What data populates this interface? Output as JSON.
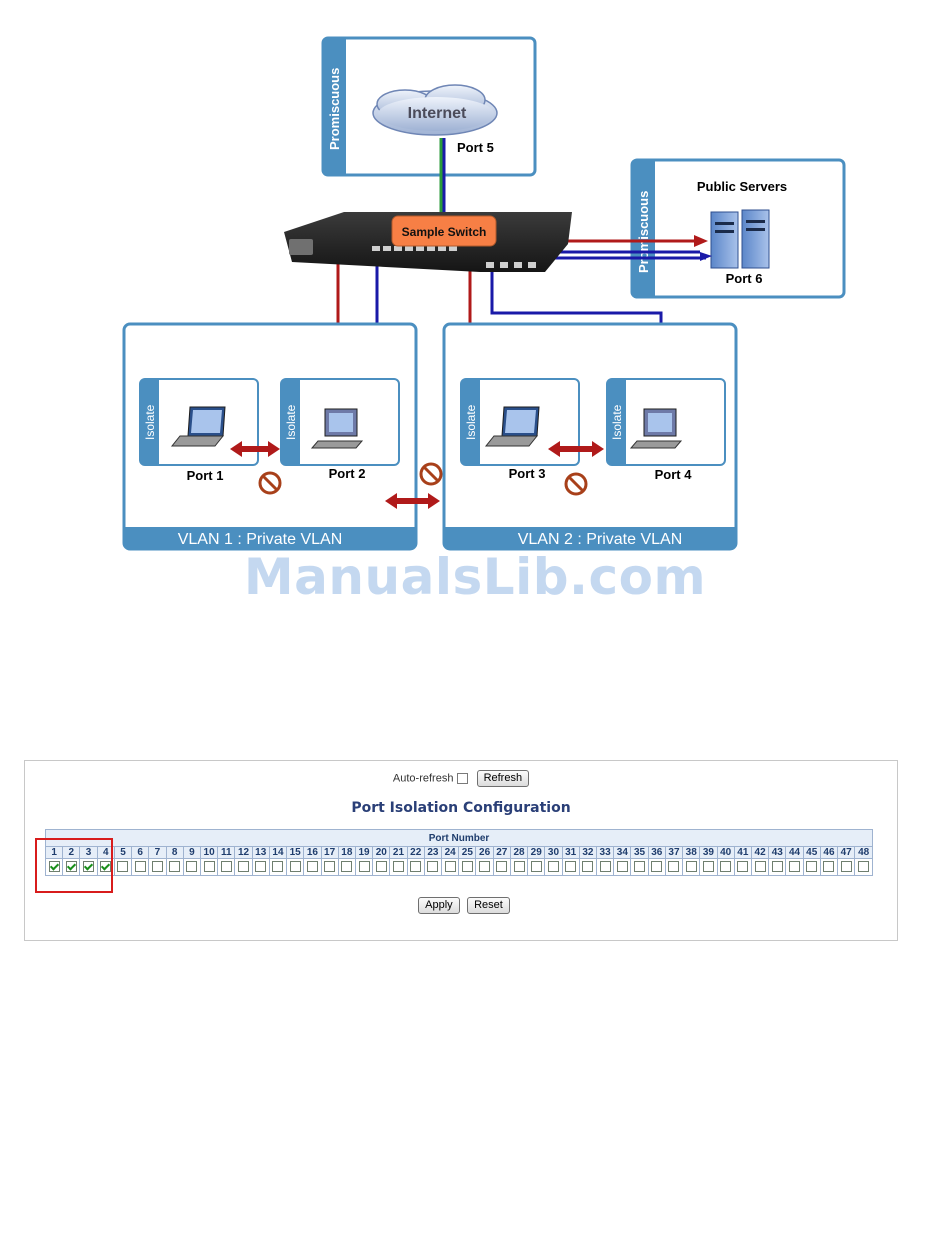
{
  "diagram": {
    "promiscuous_label": "Promiscuous",
    "internet_label": "Internet",
    "switch_label": "Sample Switch",
    "public_servers_label": "Public Servers",
    "isolate_label": "Isolate",
    "ports": {
      "p1": "Port 1",
      "p2": "Port 2",
      "p3": "Port 3",
      "p4": "Port 4",
      "p5": "Port 5",
      "p6": "Port 6"
    },
    "vlan1_label": "VLAN 1 : Private VLAN",
    "vlan2_label": "VLAN 2 : Private VLAN",
    "colors": {
      "frame": "#4b8fc0",
      "red_link": "#b01a1a",
      "blue_link": "#1a1aa8",
      "switch_badge": "#f77f45",
      "no_sign": "#a8401a"
    }
  },
  "watermark": "ManualsLib.com",
  "config": {
    "auto_refresh_label": "Auto-refresh",
    "auto_refresh_checked": false,
    "refresh_button": "Refresh",
    "title": "Port Isolation Configuration",
    "port_number_header": "Port Number",
    "port_numbers": [
      "1",
      "2",
      "3",
      "4",
      "5",
      "6",
      "7",
      "8",
      "9",
      "10",
      "11",
      "12",
      "13",
      "14",
      "15",
      "16",
      "17",
      "18",
      "19",
      "20",
      "21",
      "22",
      "23",
      "24",
      "25",
      "26",
      "27",
      "28",
      "29",
      "30",
      "31",
      "32",
      "33",
      "34",
      "35",
      "36",
      "37",
      "38",
      "39",
      "40",
      "41",
      "42",
      "43",
      "44",
      "45",
      "46",
      "47",
      "48"
    ],
    "checked_ports": [
      "1",
      "2",
      "3",
      "4"
    ],
    "apply_button": "Apply",
    "reset_button": "Reset"
  }
}
